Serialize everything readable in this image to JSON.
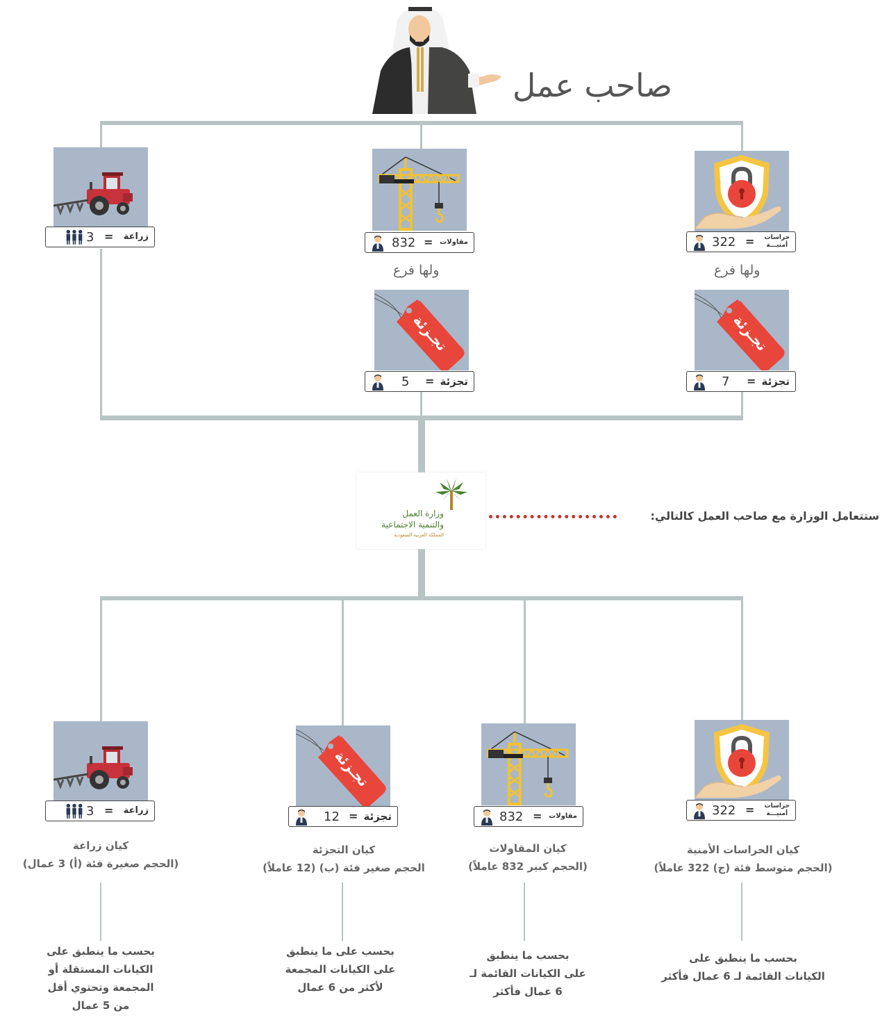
{
  "title": "صاحب عمل",
  "branch_text": "ولها فرع",
  "ministry": {
    "line1": "وزارة العمل",
    "line2": "والتنمية الاجتماعية",
    "line3": "المملكة العربية السعودية",
    "statement": "ستتعامل الوزارة مع صاحب العمل كالتالي:"
  },
  "tag_text": "تجـزئة",
  "top": {
    "agriculture": {
      "label": "زراعة",
      "eq": "=",
      "count": "3"
    },
    "contracting": {
      "label": "مقاولات",
      "eq": "=",
      "count": "832"
    },
    "security": {
      "label": "حراسات أمنيـــة",
      "label_l1": "حراسات",
      "label_l2": "أمنيـــة",
      "eq": "=",
      "count": "322"
    },
    "retail_contracting": {
      "label": "تجزئة",
      "eq": "=",
      "count": "5"
    },
    "retail_security": {
      "label": "تجزئة",
      "eq": "=",
      "count": "7"
    }
  },
  "bottom": {
    "agriculture": {
      "label": "زراعة",
      "eq": "=",
      "count": "3",
      "entity": "كيان زراعة",
      "size": "(الحجم صغيرة فئة (أ) 3 عمال)",
      "note": [
        "بحسب ما ينطبق على",
        "الكيانات المستقلة أو",
        "المجمعة وتحتوي أقل",
        "من 5 عمال"
      ]
    },
    "retail": {
      "label": "تجزئة",
      "eq": "=",
      "count": "12",
      "entity": "كيان التجزئة",
      "size": "الحجم صغير فئة (ب) (12 عاملاً)",
      "note": [
        "بحسب على ما ينطبق",
        "على الكيانات المجمعة",
        "لأكثر من 6 عمال"
      ]
    },
    "contracting": {
      "label": "مقاولات",
      "eq": "=",
      "count": "832",
      "entity": "كيان المقاولات",
      "size": "(الحجم كبير 832 عاملاً)",
      "note": [
        "بحسب ما ينطبق",
        "على الكيانات القائمة  لـ",
        "6 عمال فأكثر"
      ]
    },
    "security": {
      "label": "حراسات أمنيـــة",
      "label_l1": "حراسات",
      "label_l2": "أمنيـــة",
      "eq": "=",
      "count": "322",
      "entity": "كيان الحراسات الأمنية",
      "size": "(الحجم متوسط فئة (ج) 322 عاملاً)",
      "note": [
        "بحسب ما ينطبق على",
        "الكيانات القائمة لـ 6 عمال فأكثر"
      ]
    }
  },
  "colors": {
    "line": "#b8c4c4",
    "tile": "#a9b7c9",
    "tag": "#e8463b",
    "crane": "#f2c230",
    "shield": "#f5c542",
    "lock": "#e8463b",
    "dots": "#c0392b"
  }
}
